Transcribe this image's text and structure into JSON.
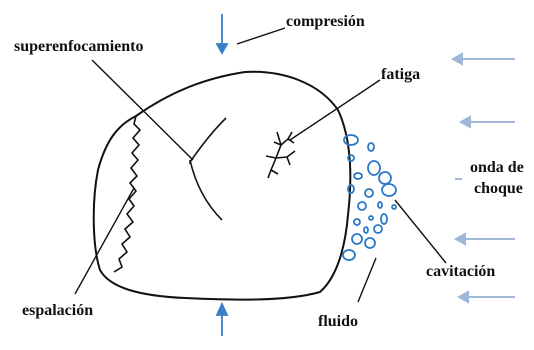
{
  "diagram": {
    "labels": {
      "compression": "compresión",
      "superfocusing": "superenfocamiento",
      "fatigue": "fatiga",
      "shock_wave_line1": "onda de",
      "shock_wave_line2": "choque",
      "cavitation": "cavitación",
      "spallation": "espalación",
      "fluid": "fluido"
    },
    "colors": {
      "outline": "#111111",
      "arrow_blue": "#3b7fc4",
      "bubble_blue": "#2a78c8",
      "shock_arrow": "#9fb7d8"
    }
  }
}
